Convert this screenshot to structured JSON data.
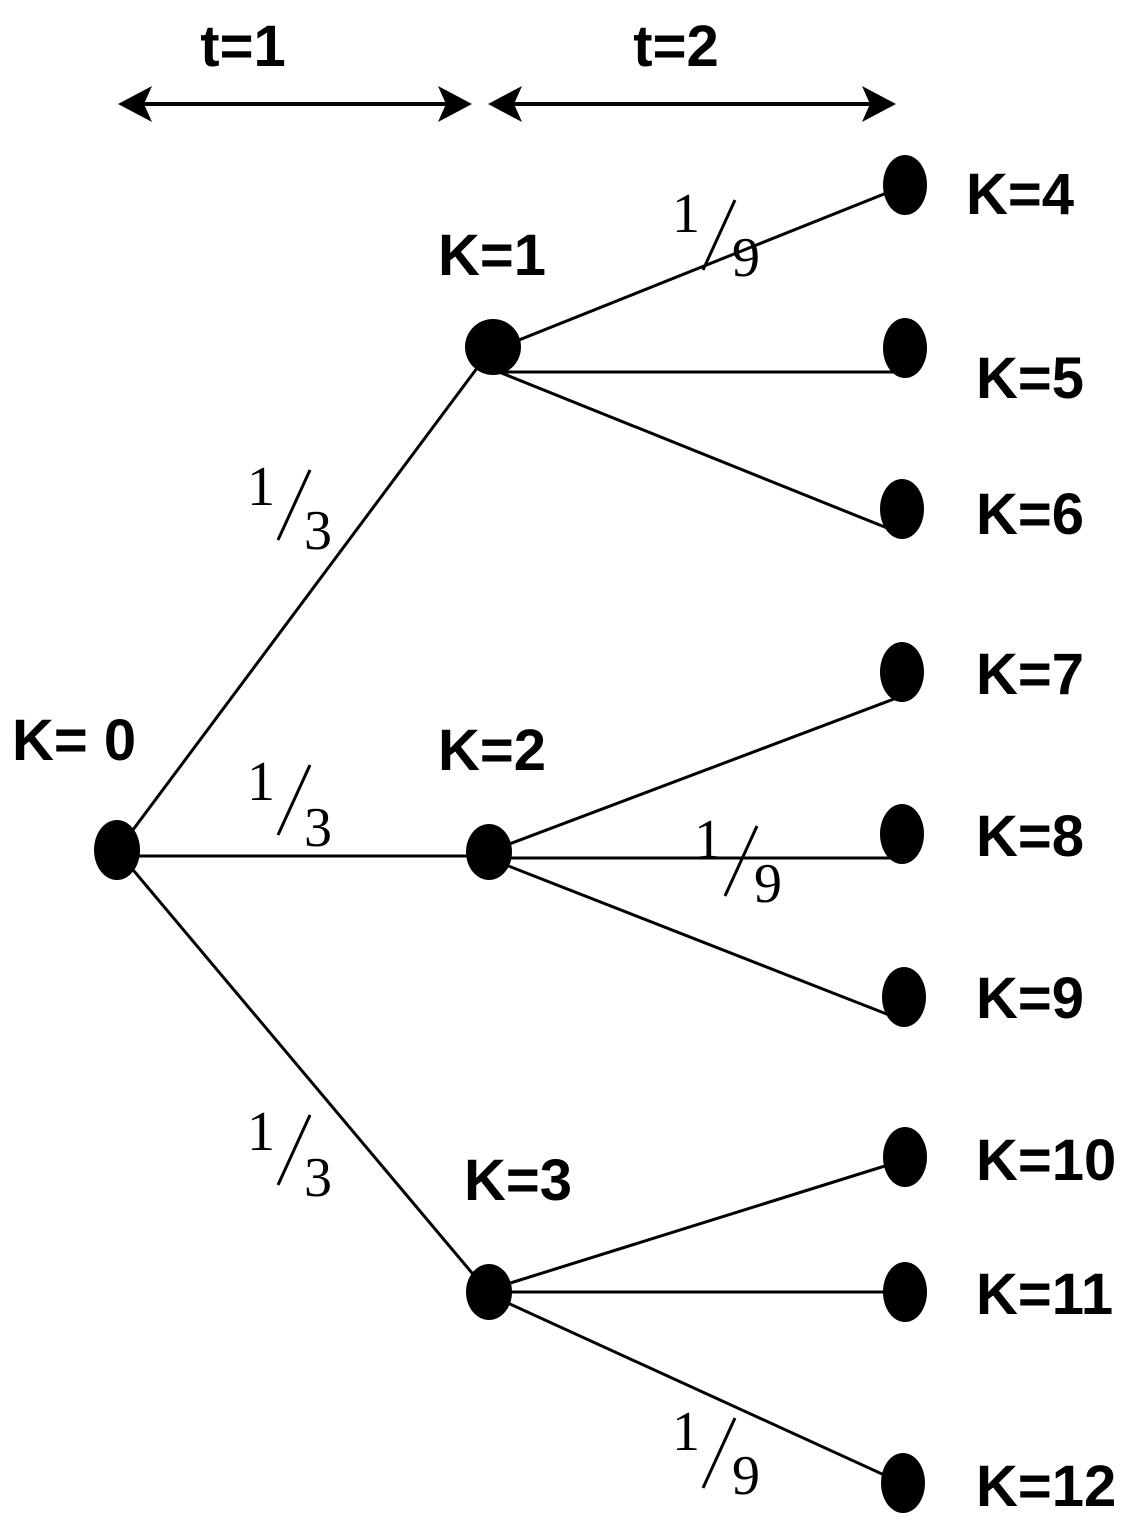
{
  "periods": [
    {
      "label": "t=1"
    },
    {
      "label": "t=2"
    }
  ],
  "nodes": [
    {
      "id": "0",
      "label": "K= 0"
    },
    {
      "id": "1",
      "label": "K=1"
    },
    {
      "id": "2",
      "label": "K=2"
    },
    {
      "id": "3",
      "label": "K=3"
    },
    {
      "id": "4",
      "label": "K=4"
    },
    {
      "id": "5",
      "label": "K=5"
    },
    {
      "id": "6",
      "label": "K=6"
    },
    {
      "id": "7",
      "label": "K=7"
    },
    {
      "id": "8",
      "label": "K=8"
    },
    {
      "id": "9",
      "label": "K=9"
    },
    {
      "id": "10",
      "label": "K=10"
    },
    {
      "id": "11",
      "label": "K=11"
    },
    {
      "id": "12",
      "label": "K=12"
    }
  ],
  "edges": [
    {
      "from": "0",
      "to": "1",
      "prob_num": "1",
      "prob_den": "3"
    },
    {
      "from": "0",
      "to": "2",
      "prob_num": "1",
      "prob_den": "3"
    },
    {
      "from": "0",
      "to": "3",
      "prob_num": "1",
      "prob_den": "3"
    },
    {
      "from": "1",
      "to": "4",
      "prob_num": "1",
      "prob_den": "9"
    },
    {
      "from": "1",
      "to": "5"
    },
    {
      "from": "1",
      "to": "6"
    },
    {
      "from": "2",
      "to": "7"
    },
    {
      "from": "2",
      "to": "8",
      "prob_num": "1",
      "prob_den": "9"
    },
    {
      "from": "2",
      "to": "9"
    },
    {
      "from": "3",
      "to": "10"
    },
    {
      "from": "3",
      "to": "11"
    },
    {
      "from": "3",
      "to": "12",
      "prob_num": "1",
      "prob_den": "9"
    }
  ]
}
